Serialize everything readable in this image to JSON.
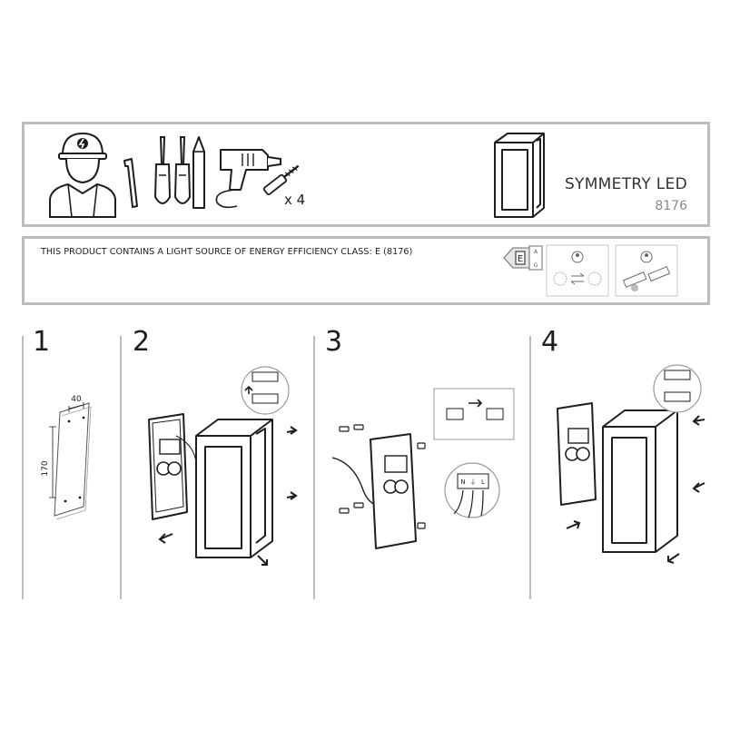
{
  "product": {
    "name": "SYMMETRY LED",
    "code": "8176"
  },
  "tools": {
    "dowel_count": "x 4"
  },
  "energy": {
    "statement": "THIS PRODUCT CONTAINS A LIGHT SOURCE OF ENERGY EFFICIENCY CLASS: E (8176)",
    "class_letter": "E",
    "scale_top": "A",
    "scale_bottom": "G"
  },
  "steps": [
    {
      "number": "1",
      "dim_width": "40",
      "dim_height": "170"
    },
    {
      "number": "2"
    },
    {
      "number": "3"
    },
    {
      "number": "4"
    }
  ],
  "terminal": {
    "n": "N",
    "earth": "⏚",
    "l": "L"
  },
  "colors": {
    "border": "#bcbcbc",
    "line": "#1e1e1e",
    "accent": "#6b6b6b"
  }
}
